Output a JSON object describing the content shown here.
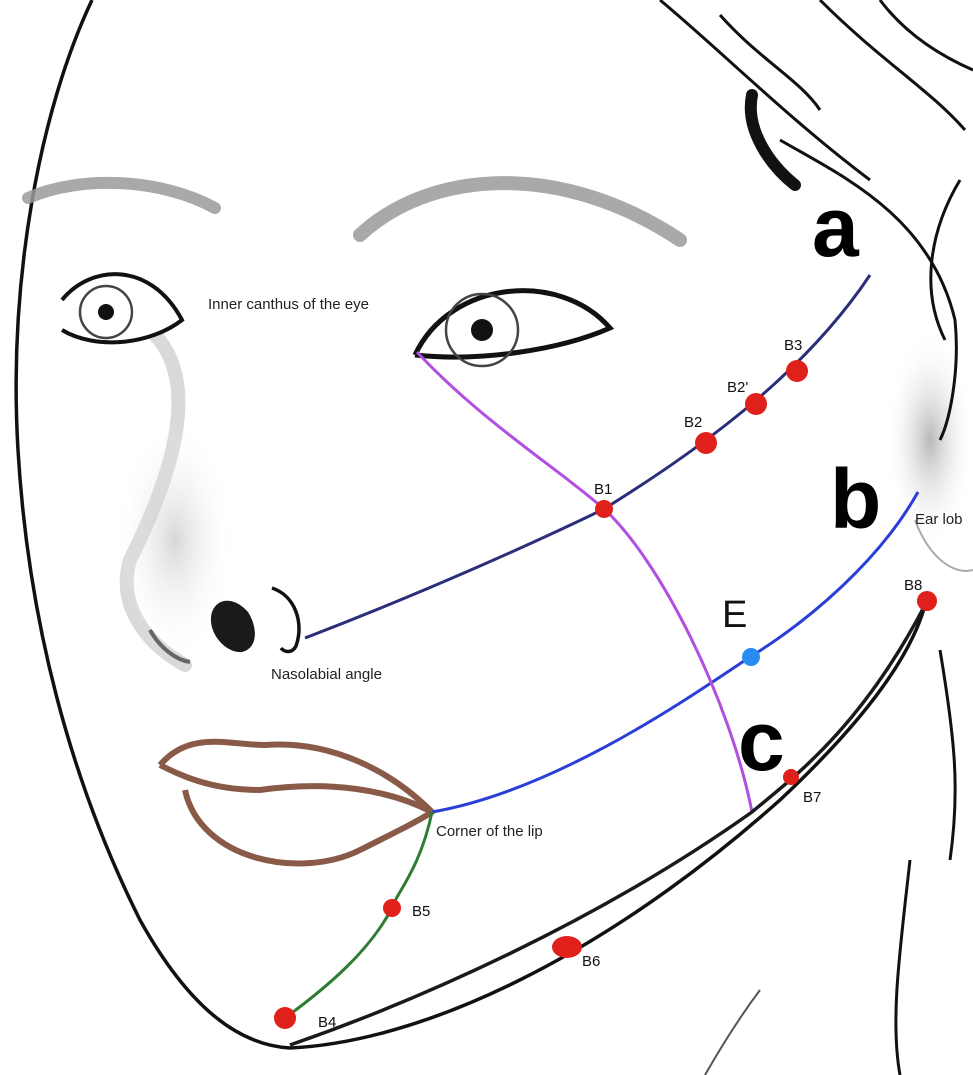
{
  "labels": {
    "inner_canthus": "Inner canthus of the eye",
    "nasolabial_angle": "Nasolabial angle",
    "corner_of_lip": "Corner of the lip",
    "ear_lobe": "Ear lob"
  },
  "letters": {
    "a": "a",
    "b": "b",
    "c": "c",
    "E": "E"
  },
  "points": {
    "B1": "B1",
    "B2": "B2",
    "B2p": "B2'",
    "B3": "B3",
    "B4": "B4",
    "B5": "B5",
    "B6": "B6",
    "B7": "B7",
    "B8": "B8"
  },
  "colors": {
    "point": "#e0201a",
    "point_E": "#2a8cf0",
    "line_a": "#2b2f7a",
    "line_b": "#2a3fd6",
    "line_c": "#1a1a1a",
    "line_canthus": "#b04fe0",
    "line_lip": "#2e7d32",
    "lips": "#8a5a48",
    "sketch": "#111111",
    "brow": "#9a9a9a"
  }
}
